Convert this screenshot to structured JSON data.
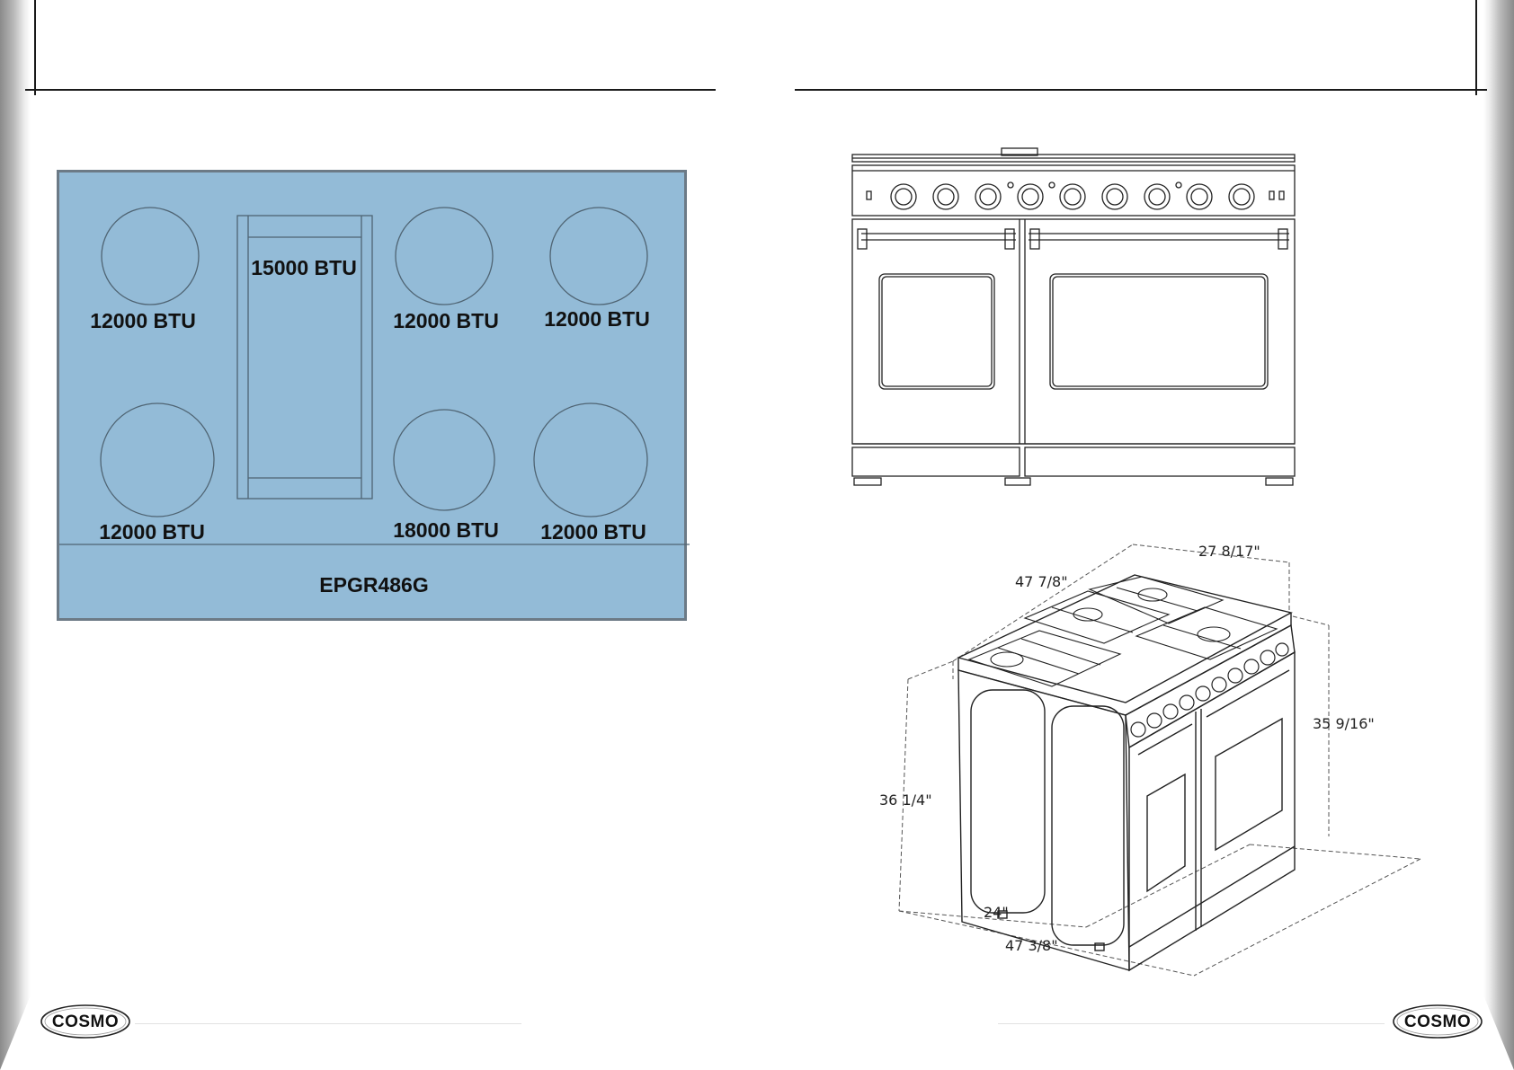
{
  "cooktop": {
    "model": "EPGR486G",
    "burners": [
      {
        "id": "rear-left",
        "btu": "12000 BTU"
      },
      {
        "id": "griddle",
        "btu": "15000 BTU"
      },
      {
        "id": "rear-center",
        "btu": "12000 BTU"
      },
      {
        "id": "rear-right",
        "btu": "12000 BTU"
      },
      {
        "id": "front-left",
        "btu": "12000 BTU"
      },
      {
        "id": "front-center",
        "btu": "18000 BTU"
      },
      {
        "id": "front-right",
        "btu": "12000 BTU"
      }
    ],
    "fill_color": "#93bbd7"
  },
  "dimensions": {
    "top_width": "47 7/8\"",
    "depth_top": "27 8/17\"",
    "height_back": "35 9/16\"",
    "height_side": "36 1/4\"",
    "depth_bottom": "24\"",
    "width_bottom": "47 3/8\""
  },
  "brand": {
    "logo_text": "COSMO"
  }
}
